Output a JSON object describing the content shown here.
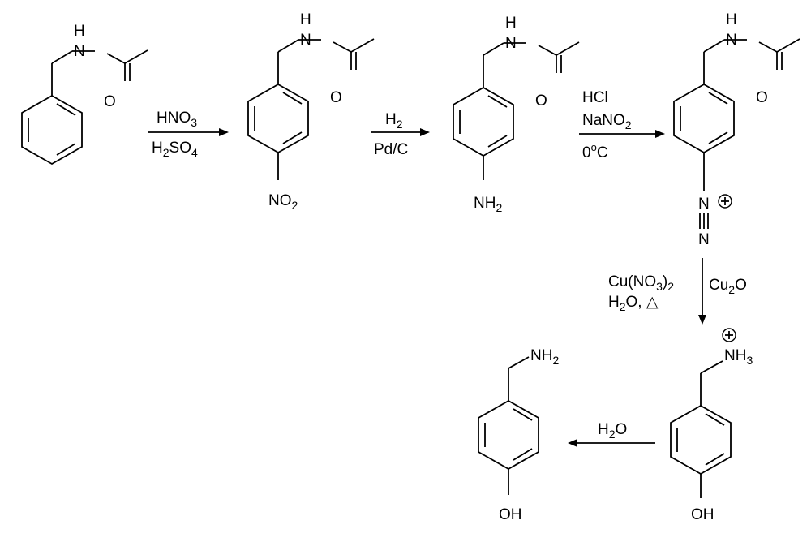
{
  "atoms": {
    "n": "N",
    "h": "H",
    "o": "O",
    "no2": {
      "main": "NO",
      "sub": "2"
    },
    "nh2": {
      "main": "NH",
      "sub": "2"
    },
    "nh3": {
      "main": "NH",
      "sub": "3"
    },
    "oh": "OH",
    "n_plus": "N",
    "n_terminal": "N",
    "plus_symbol": "+"
  },
  "reagents": {
    "step1": {
      "above": {
        "main": "HNO",
        "sub": "3"
      },
      "below": {
        "h": "H",
        "sub1": "2",
        "rest": "SO",
        "sub2": "4"
      }
    },
    "step2": {
      "above": {
        "main": "H",
        "sub": "2"
      },
      "below": "Pd/C"
    },
    "step3": {
      "line1": "HCl",
      "line2": {
        "main": "NaNO",
        "sub": "2"
      },
      "line3": {
        "main": "0",
        "sup": "o",
        "rest": "C"
      }
    },
    "step4": {
      "left_line1": {
        "main": "Cu(NO",
        "sub1": "3",
        "mid": ")",
        "sub2": "2"
      },
      "left_line2": {
        "h": "H",
        "sub": "2",
        "rest": "O, "
      },
      "heat_symbol": "△",
      "right": {
        "main": "Cu",
        "sub": "2",
        "rest": "O"
      }
    },
    "step5": {
      "above": {
        "h": "H",
        "sub": "2",
        "rest": "O"
      }
    }
  }
}
